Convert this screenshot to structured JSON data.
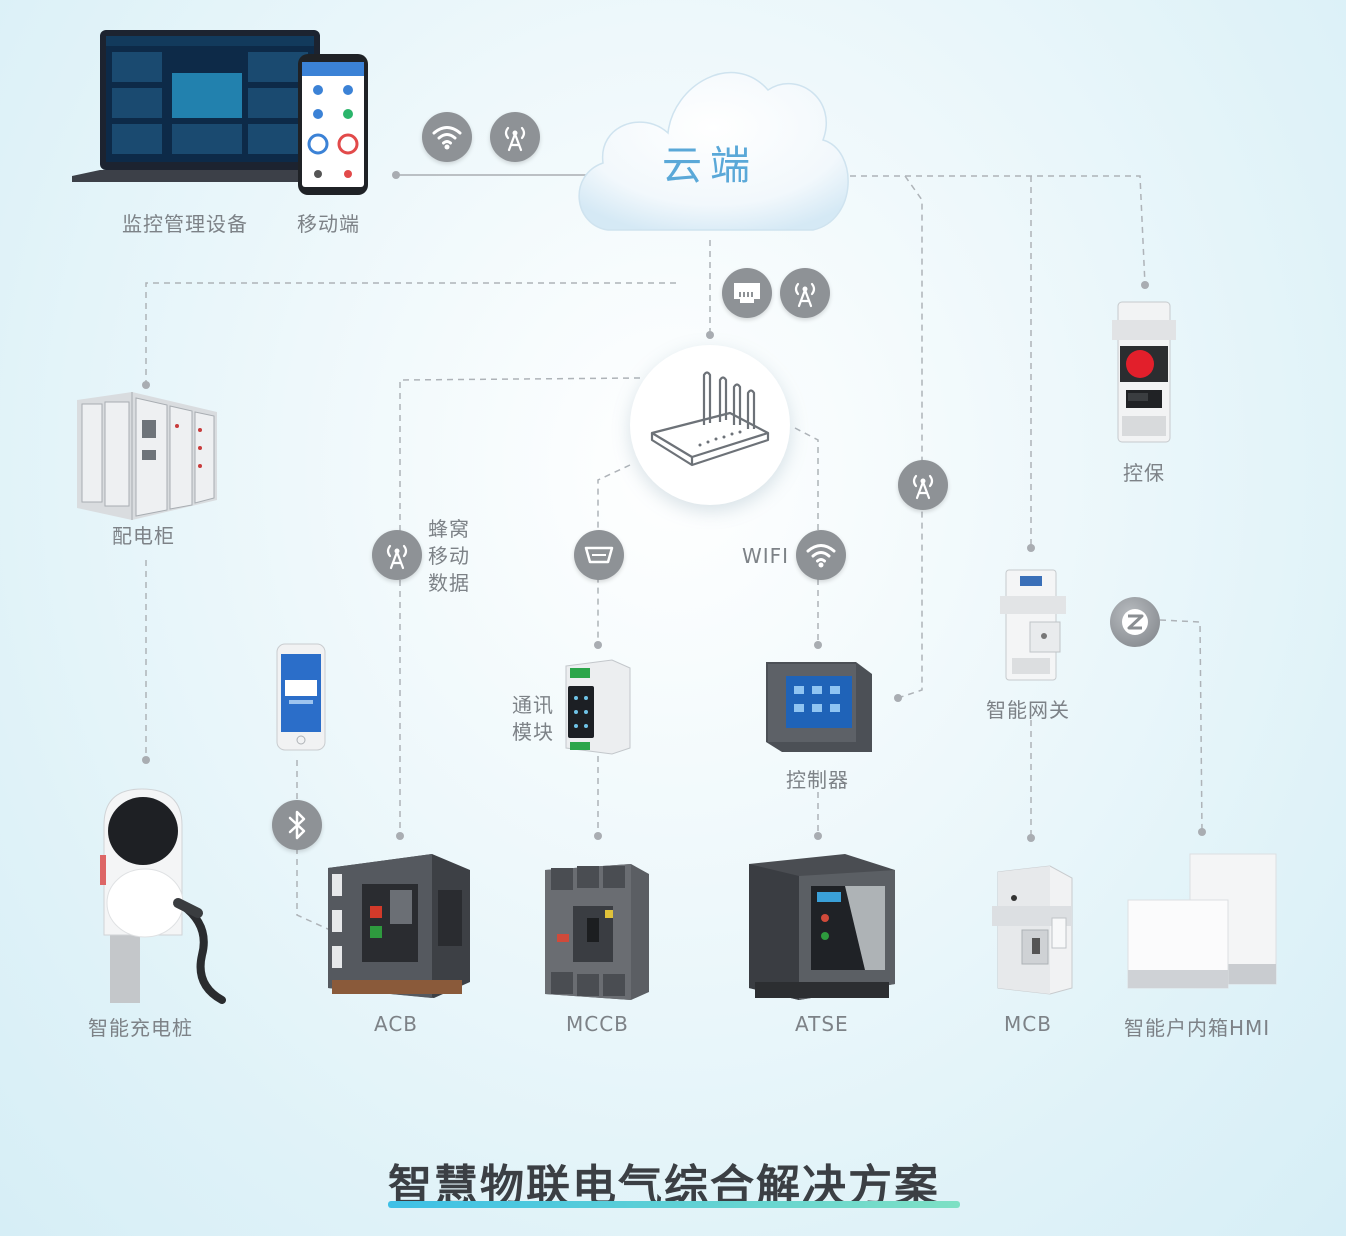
{
  "cloud": {
    "label": "云端"
  },
  "top_devices": {
    "monitor_label": "监控管理设备",
    "mobile_label": "移动端"
  },
  "devices": {
    "cabinet": "配电柜",
    "charger": "智能充电桩",
    "acb": "ACB",
    "mccb": "MCCB",
    "atse": "ATSE",
    "mcb": "MCB",
    "hmi": "智能户内箱HMI",
    "controller": "控制器",
    "comm_module": "通讯\n模块",
    "gateway": "智能网关",
    "protector": "控保"
  },
  "links": {
    "cellular": "蜂窝\n移动\n数据",
    "wifi": "WIFI"
  },
  "icons": [
    "wifi-icon",
    "cellular-tower-icon",
    "ethernet-port-icon",
    "serial-port-icon",
    "bluetooth-icon",
    "zigbee-icon",
    "router-icon"
  ],
  "colors": {
    "accent": "#5aa8d8",
    "icon_bg": "#8e9296",
    "title_bar_start": "#3ec0e6",
    "title_bar_end": "#7ee0c4"
  },
  "title": "智慧物联电气综合解决方案"
}
